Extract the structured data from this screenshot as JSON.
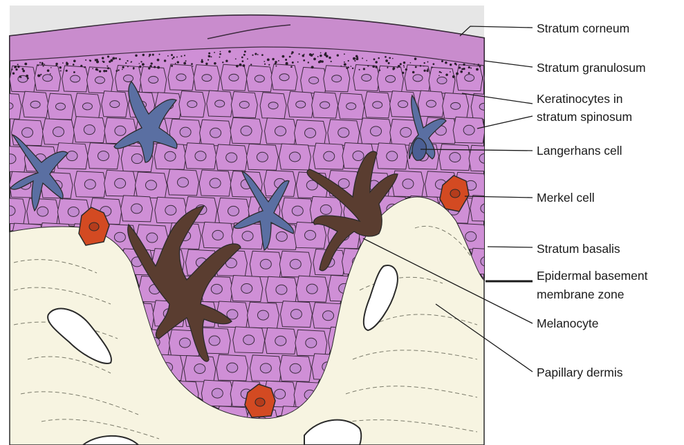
{
  "labels": {
    "stratum_corneum": "Stratum corneum",
    "stratum_granulosum": "Stratum granulosum",
    "keratinocytes_line1": "Keratinocytes in",
    "keratinocytes_line2": "stratum spinosum",
    "langerhans": "Langerhans cell",
    "merkel": "Merkel cell",
    "stratum_basalis": "Stratum basalis",
    "basement_line1": "Epidermal basement",
    "basement_line2": "membrane zone",
    "melanocyte": "Melanocyte",
    "papillary_dermis": "Papillary dermis"
  },
  "colors": {
    "corneum": "#c98ccd",
    "epidermis": "#cf8fd6",
    "cell_outline": "#3b2a3d",
    "nucleus": "#c28ad0",
    "langerhans": "#5a6fa2",
    "melanocyte": "#5a3d30",
    "merkel": "#d34a22",
    "dermis": "#f7f4e1",
    "background": "#e6e6e6"
  }
}
